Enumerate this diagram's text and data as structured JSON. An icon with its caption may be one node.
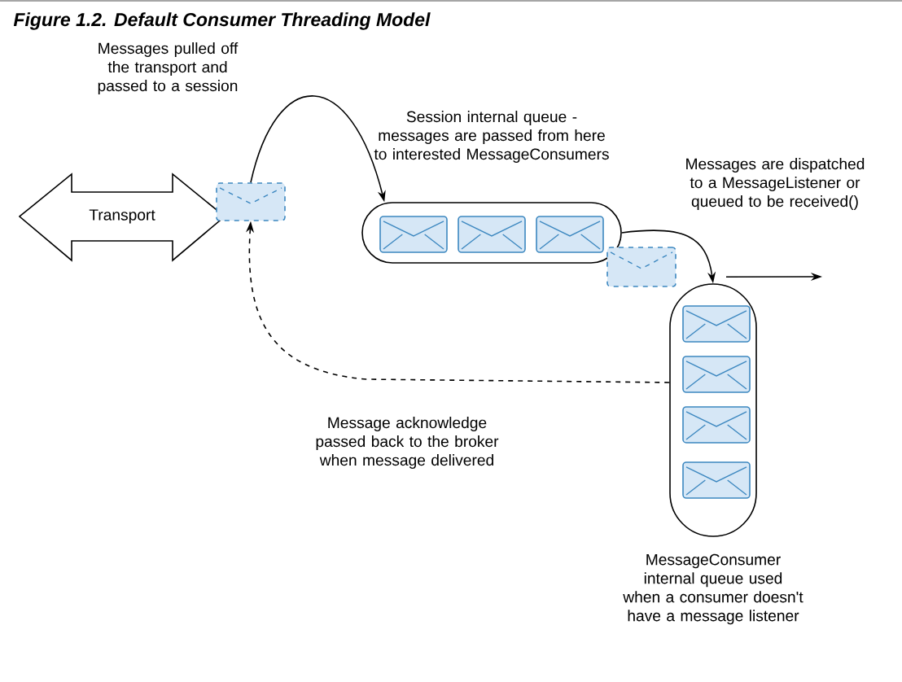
{
  "diagram": {
    "title": "Figure  1.2.  Default Consumer Threading Model",
    "nodes": [
      {
        "text": [
          "Transport"
        ]
      },
      {
        "text": [],
        "shape": "envelope"
      },
      {
        "text": [],
        "shape": "capsule",
        "beside": [
          "Session internal queue - messages are passed from here to interested MessageConsumers"
        ]
      },
      {
        "text": [],
        "shape": "envelope",
        "in": 2
      },
      {
        "text": [],
        "shape": "envelope",
        "in": 2
      },
      {
        "text": [],
        "shape": "envelope",
        "in": 2
      },
      {
        "text": [],
        "shape": "envelope"
      },
      {
        "text": [],
        "shape": "capsule",
        "beside": [
          "MessageConsumer internal queue used when a consumer doesn't have a message listener"
        ]
      },
      {
        "text": [],
        "shape": "envelope",
        "in": 7
      },
      {
        "text": [],
        "shape": "envelope",
        "in": 7
      },
      {
        "text": [],
        "shape": "envelope",
        "in": 7
      },
      {
        "text": [],
        "shape": "envelope",
        "in": 7
      }
    ],
    "edges": [
      {
        "from": 1,
        "to": 2,
        "arrow": "to"
      },
      {
        "from": 2,
        "to": 7,
        "arrow": "to"
      },
      {
        "from": 7,
        "to": null,
        "arrow": "to"
      },
      {
        "from": 7,
        "to": 1,
        "arrow": "to",
        "style": "dashed"
      }
    ],
    "labels": [
      "Messages pulled off the transport and passed to a session",
      "Messages are dispatched to a MessageListener or queued to be received()",
      "Message acknowledge passed back to the broker when message delivered"
    ]
  }
}
